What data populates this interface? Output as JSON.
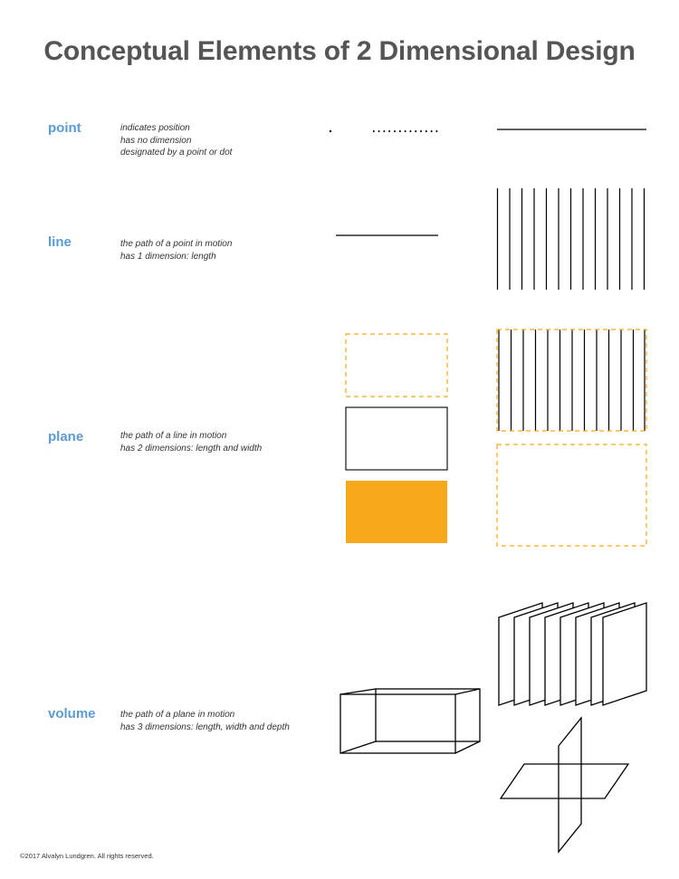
{
  "title": "Conceptual Elements of 2 Dimensional Design",
  "accent_color": "#5b9bd5",
  "highlight_color": "#f7a81b",
  "elements": [
    {
      "term": "point",
      "lines": [
        "indicates position",
        "has no dimension",
        "designated by a point or dot"
      ]
    },
    {
      "term": "line",
      "lines": [
        "the path of a point in motion",
        "has 1 dimension: length"
      ]
    },
    {
      "term": "plane",
      "lines": [
        "the path of a line in motion",
        "has 2 dimensions: length and width"
      ]
    },
    {
      "term": "volume",
      "lines": [
        "the path of a plane in motion",
        "has 3 dimensions: length, width and depth"
      ]
    }
  ],
  "copyright": "©2017 Alvalyn Lundgren. All rights reserved."
}
